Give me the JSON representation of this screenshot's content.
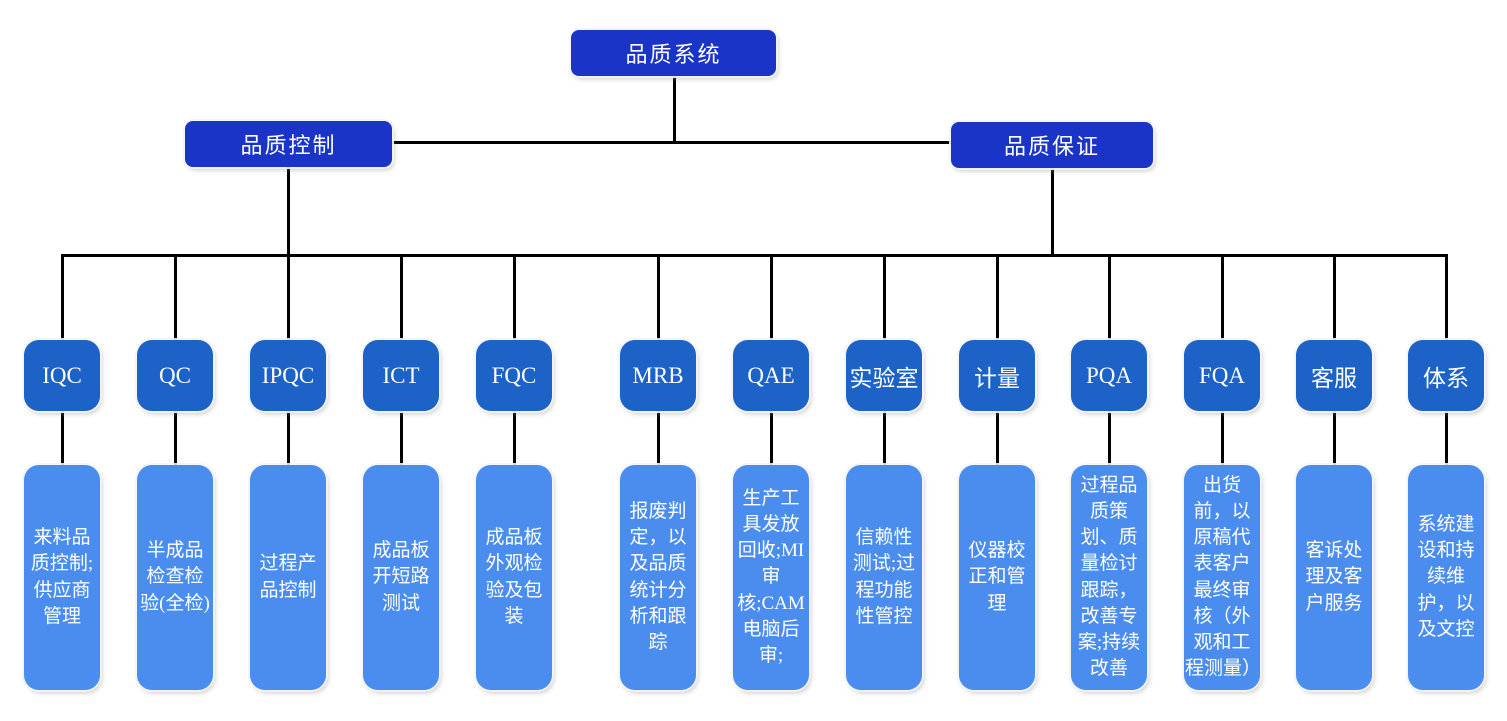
{
  "root": {
    "label": "品质系统"
  },
  "branches": [
    {
      "label": "品质控制"
    },
    {
      "label": "品质保证"
    }
  ],
  "departments": [
    {
      "code": "IQC",
      "desc": "来料品质控制;供应商管理"
    },
    {
      "code": "QC",
      "desc": "半成品检查检验(全检)"
    },
    {
      "code": "IPQC",
      "desc": "过程产品控制"
    },
    {
      "code": "ICT",
      "desc": "成品板开短路测试"
    },
    {
      "code": "FQC",
      "desc": "成品板外观检验及包装"
    },
    {
      "code": "MRB",
      "desc": "报废判定，以及品质统计分析和跟踪"
    },
    {
      "code": "QAE",
      "desc": "生产工具发放回收;MI审核;CAM电脑后审;"
    },
    {
      "code": "实验室",
      "desc": "信赖性测试;过程功能性管控"
    },
    {
      "code": "计量",
      "desc": "仪器校正和管理"
    },
    {
      "code": "PQA",
      "desc": "过程品质策划、质量检讨跟踪，改善专案;持续改善"
    },
    {
      "code": "FQA",
      "desc": "出货前，以原稿代表客户最终审核（外观和工程测量）"
    },
    {
      "code": "客服",
      "desc": "客诉处理及客户服务"
    },
    {
      "code": "体系",
      "desc": "系统建设和持续维护，以及文控"
    }
  ],
  "colors": {
    "background": "#ffffff",
    "root_box": "#1a34c8",
    "dept_box": "#1d62c6",
    "desc_box": "#4a8dee",
    "text": "#ffffff",
    "line": "#000000"
  }
}
